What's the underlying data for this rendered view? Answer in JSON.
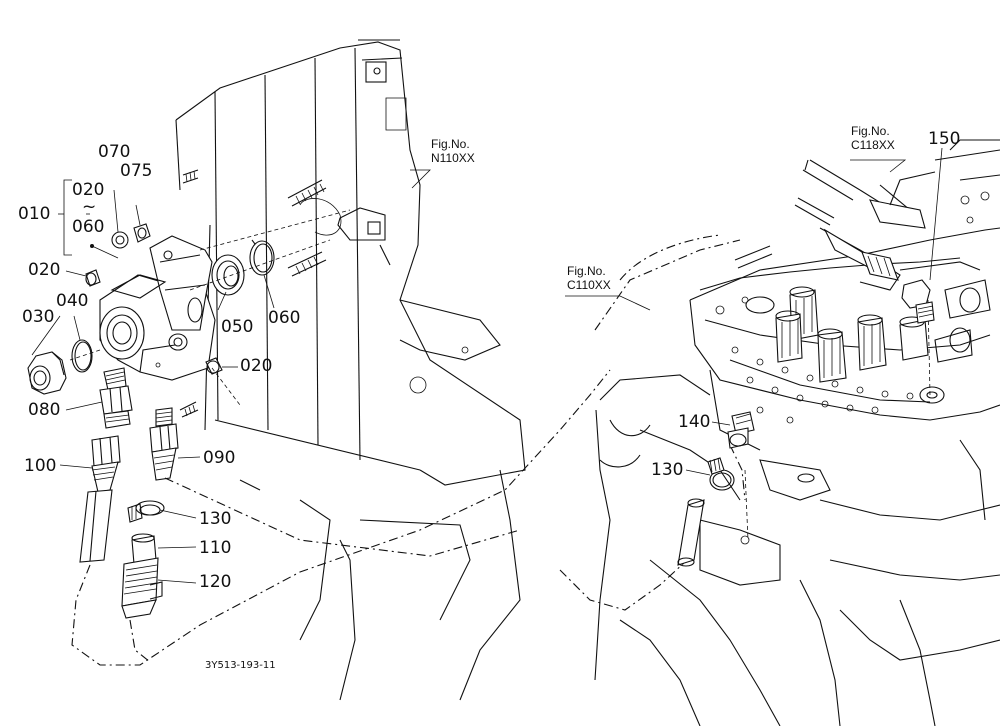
{
  "figure_refs": {
    "n110": {
      "label": "Fig.No.",
      "code": "N110XX"
    },
    "c110": {
      "label": "Fig.No.",
      "code": "C110XX"
    },
    "c118": {
      "label": "Fig.No.",
      "code": "C118XX"
    }
  },
  "callouts": {
    "p010": "010",
    "p020_range_start": "020",
    "p_range_tilde": "~",
    "p060_range_end": "060",
    "p020_a": "020",
    "p020_b": "020",
    "p030": "030",
    "p040": "040",
    "p050": "050",
    "p060": "060",
    "p070": "070",
    "p075": "075",
    "p080": "080",
    "p090": "090",
    "p100": "100",
    "p110": "110",
    "p120": "120",
    "p130_a": "130",
    "p130_b": "130",
    "p140": "140",
    "p150": "150"
  },
  "drawing_code": "3Y513-193-11"
}
